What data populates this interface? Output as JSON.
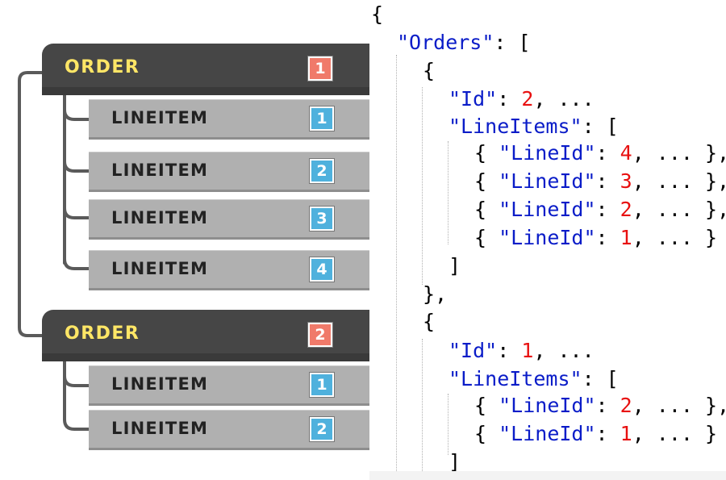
{
  "tree": {
    "orders": [
      {
        "label": "ORDER",
        "badge": "1",
        "lineitems": [
          {
            "label": "LINEITEM",
            "badge": "1"
          },
          {
            "label": "LINEITEM",
            "badge": "2"
          },
          {
            "label": "LINEITEM",
            "badge": "3"
          },
          {
            "label": "LINEITEM",
            "badge": "4"
          }
        ]
      },
      {
        "label": "ORDER",
        "badge": "2",
        "lineitems": [
          {
            "label": "LINEITEM",
            "badge": "1"
          },
          {
            "label": "LINEITEM",
            "badge": "2"
          }
        ]
      }
    ]
  },
  "code": {
    "lines": [
      {
        "indent": 0,
        "parts": [
          {
            "t": "p",
            "v": "{"
          }
        ]
      },
      {
        "indent": 1,
        "parts": [
          {
            "t": "k",
            "v": "\"Orders\""
          },
          {
            "t": "p",
            "v": ": ["
          }
        ]
      },
      {
        "indent": 2,
        "parts": [
          {
            "t": "p",
            "v": "{"
          }
        ]
      },
      {
        "indent": 3,
        "parts": [
          {
            "t": "k",
            "v": "\"Id\""
          },
          {
            "t": "p",
            "v": ": "
          },
          {
            "t": "n",
            "v": "2"
          },
          {
            "t": "p",
            "v": ", ..."
          }
        ]
      },
      {
        "indent": 3,
        "parts": [
          {
            "t": "k",
            "v": "\"LineItems\""
          },
          {
            "t": "p",
            "v": ": ["
          }
        ]
      },
      {
        "indent": 4,
        "parts": [
          {
            "t": "p",
            "v": "{ "
          },
          {
            "t": "k",
            "v": "\"LineId\""
          },
          {
            "t": "p",
            "v": ": "
          },
          {
            "t": "n",
            "v": "4"
          },
          {
            "t": "p",
            "v": ", ... },"
          }
        ]
      },
      {
        "indent": 4,
        "parts": [
          {
            "t": "p",
            "v": "{ "
          },
          {
            "t": "k",
            "v": "\"LineId\""
          },
          {
            "t": "p",
            "v": ": "
          },
          {
            "t": "n",
            "v": "3"
          },
          {
            "t": "p",
            "v": ", ... },"
          }
        ]
      },
      {
        "indent": 4,
        "parts": [
          {
            "t": "p",
            "v": "{ "
          },
          {
            "t": "k",
            "v": "\"LineId\""
          },
          {
            "t": "p",
            "v": ": "
          },
          {
            "t": "n",
            "v": "2"
          },
          {
            "t": "p",
            "v": ", ... },"
          }
        ]
      },
      {
        "indent": 4,
        "parts": [
          {
            "t": "p",
            "v": "{ "
          },
          {
            "t": "k",
            "v": "\"LineId\""
          },
          {
            "t": "p",
            "v": ": "
          },
          {
            "t": "n",
            "v": "1"
          },
          {
            "t": "p",
            "v": ", ... }"
          }
        ]
      },
      {
        "indent": 3,
        "parts": [
          {
            "t": "p",
            "v": "]"
          }
        ]
      },
      {
        "indent": 2,
        "parts": [
          {
            "t": "p",
            "v": "},"
          }
        ]
      },
      {
        "indent": 2,
        "parts": [
          {
            "t": "p",
            "v": "{"
          }
        ]
      },
      {
        "indent": 3,
        "parts": [
          {
            "t": "k",
            "v": "\"Id\""
          },
          {
            "t": "p",
            "v": ": "
          },
          {
            "t": "n",
            "v": "1"
          },
          {
            "t": "p",
            "v": ", ..."
          }
        ]
      },
      {
        "indent": 3,
        "parts": [
          {
            "t": "k",
            "v": "\"LineItems\""
          },
          {
            "t": "p",
            "v": ": ["
          }
        ]
      },
      {
        "indent": 4,
        "parts": [
          {
            "t": "p",
            "v": "{ "
          },
          {
            "t": "k",
            "v": "\"LineId\""
          },
          {
            "t": "p",
            "v": ": "
          },
          {
            "t": "n",
            "v": "2"
          },
          {
            "t": "p",
            "v": ", ... },"
          }
        ]
      },
      {
        "indent": 4,
        "parts": [
          {
            "t": "p",
            "v": "{ "
          },
          {
            "t": "k",
            "v": "\"LineId\""
          },
          {
            "t": "p",
            "v": ": "
          },
          {
            "t": "n",
            "v": "1"
          },
          {
            "t": "p",
            "v": ", ... }"
          }
        ]
      },
      {
        "indent": 3,
        "parts": [
          {
            "t": "p",
            "v": "]"
          }
        ]
      }
    ]
  },
  "colors": {
    "order_bar": "#464646",
    "order_text": "#ffe666",
    "lineitem_bar": "#b0b0b0",
    "order_badge": "#f07a6a",
    "lineitem_badge": "#4fb1dd",
    "json_key": "#0a1cc8",
    "json_number": "#e81010"
  }
}
